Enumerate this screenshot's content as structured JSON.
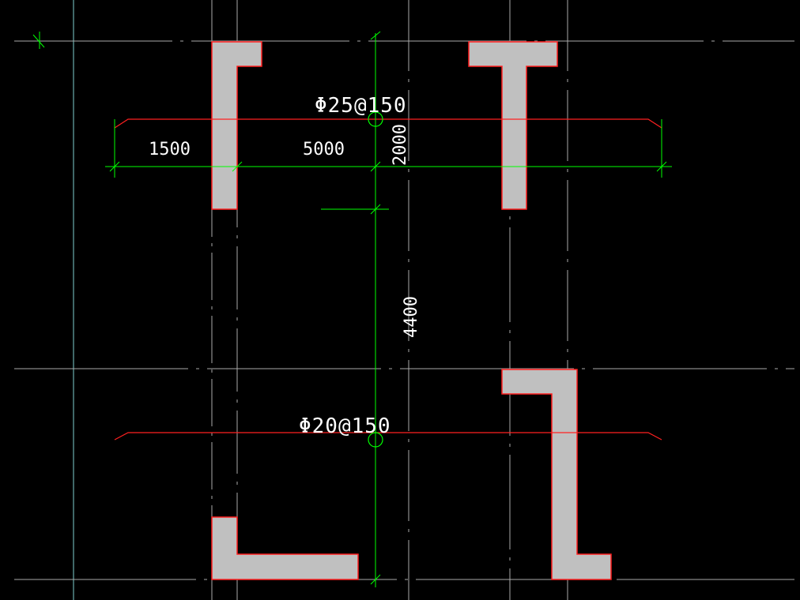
{
  "colors": {
    "background": "#000000",
    "grid_line": "#7fd0d0",
    "axis_line": "#cccccc",
    "wall_fill": "#c0c0c0",
    "wall_edge": "#ff2020",
    "rebar_line": "#ff2020",
    "dimension_line": "#00ff00",
    "text": "#ffffff"
  },
  "rebar": {
    "top_label": "Φ25@150",
    "bottom_label": "Φ20@150"
  },
  "dimensions": {
    "left_width": "1500",
    "span_width": "5000",
    "upper_height": "2000",
    "lower_height": "4400"
  }
}
